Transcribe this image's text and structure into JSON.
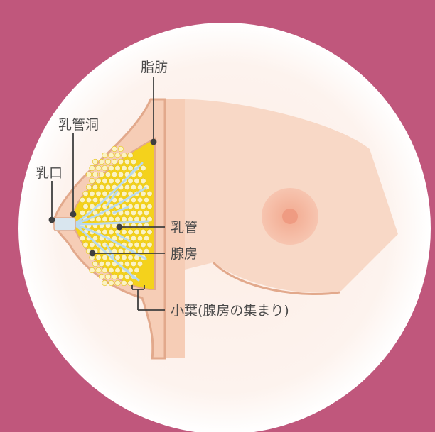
{
  "labels": {
    "fat": "脂肪",
    "lactiferous_sinus": "乳管洞",
    "nipple_opening": "乳口",
    "duct": "乳管",
    "mammary_gland": "腺房",
    "lobule": "小葉(腺房の集まり)"
  },
  "colors": {
    "background": "#c0577c",
    "circle": "#fdf6f0",
    "skin": "#f6cdb6",
    "skin_outline": "#e2a98c",
    "fat": "#f4d21c",
    "gland_dot": "#fbf3c4",
    "duct": "#b8d9ee",
    "areola": "#f2a98f",
    "leader_line": "#3f3f3f"
  }
}
